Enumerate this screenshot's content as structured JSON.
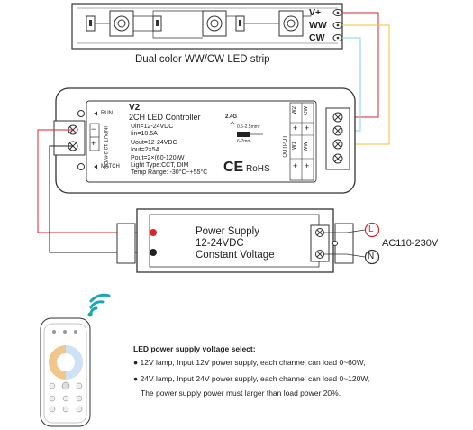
{
  "strip": {
    "title": "Dual color WW/CW LED strip",
    "terminals": [
      "V+",
      "WW",
      "CW"
    ]
  },
  "controller": {
    "model": "V2",
    "name": "2CH LED Controller",
    "run_label": "RUN",
    "match_label": "MATCH",
    "input_label": "INPUT 12-24VDC",
    "specs": [
      "Uin=12-24VDC",
      "Iin=10.5A",
      "Uout=12-24VDC",
      "Iout=2×5A",
      "Pout=2×(60-120)W",
      "Light Type:CCT, DIM",
      "Temp Range: -30°C~+55°C"
    ],
    "wire_spec": "0.5-2.5mm²",
    "strip_len": "6-7mm",
    "freq": "2.4G",
    "ce": "CE",
    "rohs": "RoHS",
    "output_label": "OUTPUT",
    "output_channels": [
      "CW",
      "WW",
      "W1",
      "W2"
    ]
  },
  "power_supply": {
    "lines": [
      "Power Supply",
      "12-24VDC",
      "Constant Voltage"
    ],
    "live": "L",
    "neutral": "N",
    "ac_label": "AC110-230V"
  },
  "notes": {
    "title": "LED power supply voltage select:",
    "lines": [
      "12V lamp, Input 12V power supply, each channel can load 0~60W,",
      "24V lamp, Input 24V power supply, each channel can load 0~120W,",
      "The power supply power must larger than load power 20%."
    ]
  },
  "colors": {
    "red": "#d9232d",
    "yellow": "#f2c233",
    "cyan": "#7fd3e6",
    "black": "#222222",
    "outline": "#333333"
  }
}
